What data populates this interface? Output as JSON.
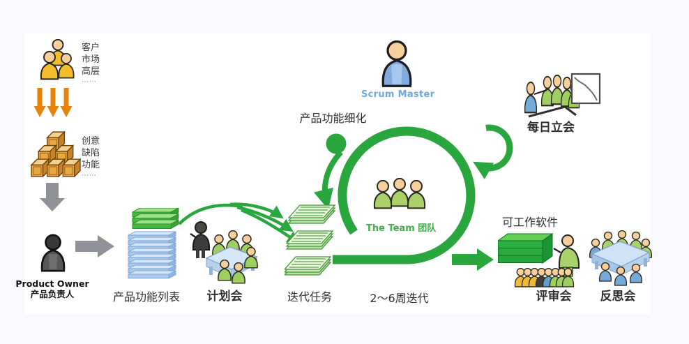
{
  "colors": {
    "green": "#2aa63e",
    "orange": "#e8820a",
    "gray_arrow": "#8f9296",
    "scrum_master_text": "#6ea7dc",
    "team_text": "#3fae49",
    "label_text": "#2f2f2f",
    "canvas": "#ffffff",
    "page_background": "#f7f9fd"
  },
  "left_flow": {
    "stakeholders": {
      "icon": "people-group-yellow-icon",
      "lines": [
        "客户",
        "市场",
        "高层",
        "⋯⋯"
      ]
    },
    "inputs": {
      "icon": "crates-pyramid-icon",
      "lines": [
        "创意",
        "缺陷",
        "功能",
        "⋯⋯"
      ]
    },
    "product_owner": {
      "icon": "person-dark-icon",
      "label_en": "Product Owner",
      "label_zh": "产品负责人"
    }
  },
  "backlog": {
    "icon": "layer-stack-blue-green-icon",
    "label": "产品功能列表"
  },
  "planning_meeting": {
    "icon": "meeting-table-icon",
    "label": "计划会"
  },
  "iteration_tasks": {
    "icon": "document-stacks-icon",
    "label": "迭代任务"
  },
  "refinement": {
    "label": "产品功能细化"
  },
  "scrum_master": {
    "icon": "person-blue-icon",
    "label": "Scrum Master"
  },
  "team": {
    "icon": "people-group-green-icon",
    "label": "The Team 团队"
  },
  "sprint": {
    "label": "2～6周迭代"
  },
  "daily_standup": {
    "icon": "standup-people-icon",
    "chart_icon": "burndown-chart-icon",
    "label": "每日立会"
  },
  "working_software": {
    "icon": "layer-stack-green-icon",
    "label": "可工作软件"
  },
  "review_meeting": {
    "icon": "audience-presenter-icon",
    "label": "评审会"
  },
  "retrospective": {
    "icon": "meeting-table-icon",
    "label": "反思会"
  }
}
